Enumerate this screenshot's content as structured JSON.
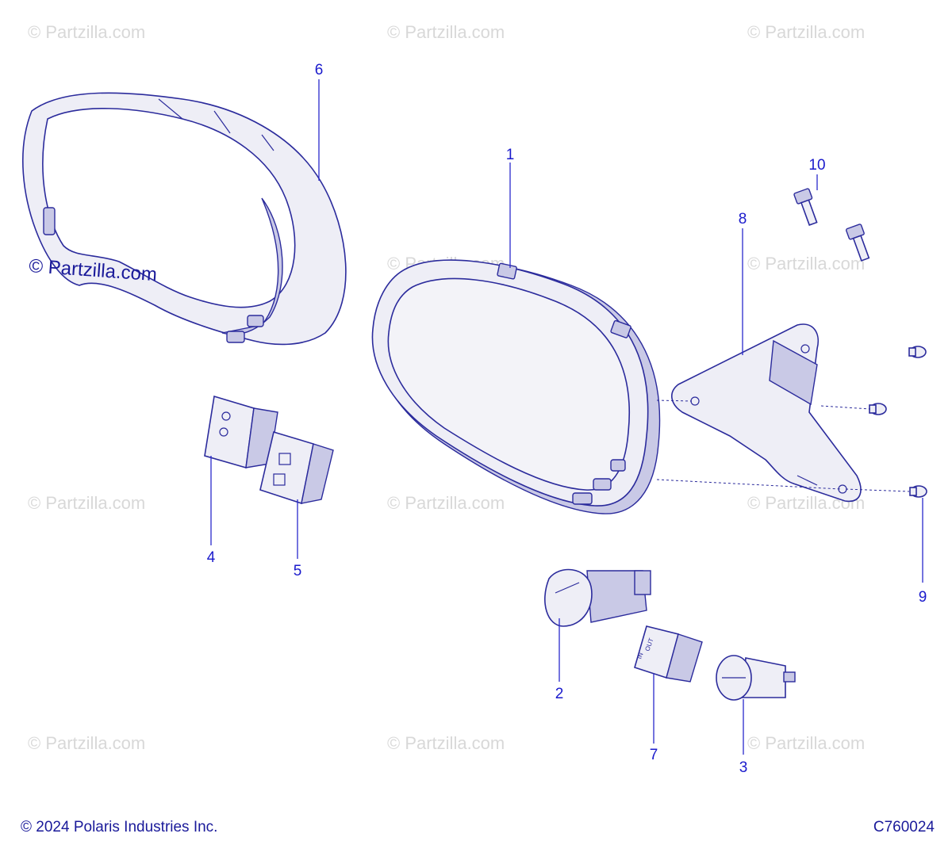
{
  "watermark": "© Partzilla.com",
  "callouts": {
    "p1": "1",
    "p2": "2",
    "p3": "3",
    "p4": "4",
    "p5": "5",
    "p6": "6",
    "p7": "7",
    "p8": "8",
    "p9": "9",
    "p10": "10"
  },
  "switch_labels": {
    "out": "OUT",
    "in": "IN"
  },
  "footer": {
    "copyright": "© 2024 Polaris Industries Inc.",
    "diagram_code": "C760024"
  },
  "colors": {
    "line": "#2b2b9c",
    "label": "#1a1acc",
    "watermark": "#d8d8d8"
  }
}
